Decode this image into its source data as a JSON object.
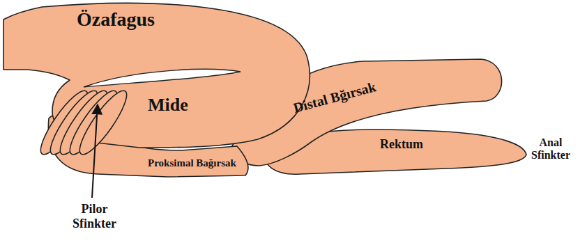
{
  "diagram": {
    "labels": [
      "Özafagus",
      "Mide",
      "Proksimal Bağırsak",
      "Distal Bğırsak",
      "Rektum",
      "Anal Sfinkter",
      "Pilor Sfinkter"
    ]
  }
}
